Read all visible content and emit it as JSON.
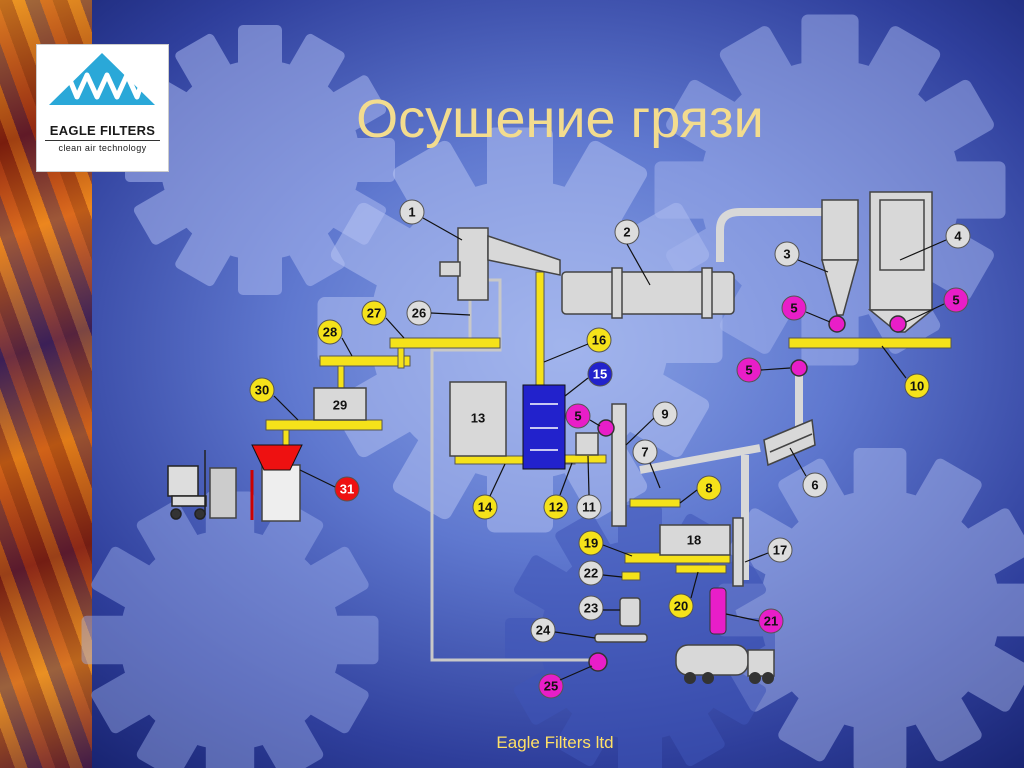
{
  "title": "Осушение грязи",
  "footer": "Eagle Filters ltd",
  "logo": {
    "name": "EAGLE FILTERS",
    "tagline": "clean air technology",
    "mark": "WW-logo"
  },
  "colors": {
    "conveyor": "#f5e21a",
    "pipe": "#bbbbbb",
    "fan": "#e81ec8",
    "filter": "#2222cc",
    "hopper": "#ee1111",
    "title": "#f3dc8e",
    "footer": "#ffe066"
  },
  "callouts": [
    {
      "id": "1",
      "style": "gray"
    },
    {
      "id": "2",
      "style": "gray"
    },
    {
      "id": "3",
      "style": "gray"
    },
    {
      "id": "4",
      "style": "gray"
    },
    {
      "id": "5",
      "style": "magenta"
    },
    {
      "id": "5",
      "style": "magenta"
    },
    {
      "id": "5",
      "style": "magenta"
    },
    {
      "id": "5",
      "style": "magenta"
    },
    {
      "id": "6",
      "style": "gray"
    },
    {
      "id": "7",
      "style": "gray"
    },
    {
      "id": "8",
      "style": "yellow"
    },
    {
      "id": "9",
      "style": "gray"
    },
    {
      "id": "10",
      "style": "yellow"
    },
    {
      "id": "11",
      "style": "gray"
    },
    {
      "id": "12",
      "style": "yellow"
    },
    {
      "id": "13",
      "style": "none"
    },
    {
      "id": "14",
      "style": "yellow"
    },
    {
      "id": "15",
      "style": "blue"
    },
    {
      "id": "16",
      "style": "yellow"
    },
    {
      "id": "17",
      "style": "gray"
    },
    {
      "id": "18",
      "style": "none"
    },
    {
      "id": "19",
      "style": "yellow"
    },
    {
      "id": "20",
      "style": "yellow"
    },
    {
      "id": "21",
      "style": "magenta"
    },
    {
      "id": "22",
      "style": "gray"
    },
    {
      "id": "23",
      "style": "gray"
    },
    {
      "id": "24",
      "style": "gray"
    },
    {
      "id": "25",
      "style": "magenta"
    },
    {
      "id": "26",
      "style": "gray"
    },
    {
      "id": "27",
      "style": "yellow"
    },
    {
      "id": "28",
      "style": "yellow"
    },
    {
      "id": "29",
      "style": "none"
    },
    {
      "id": "30",
      "style": "yellow"
    },
    {
      "id": "31",
      "style": "red"
    }
  ]
}
